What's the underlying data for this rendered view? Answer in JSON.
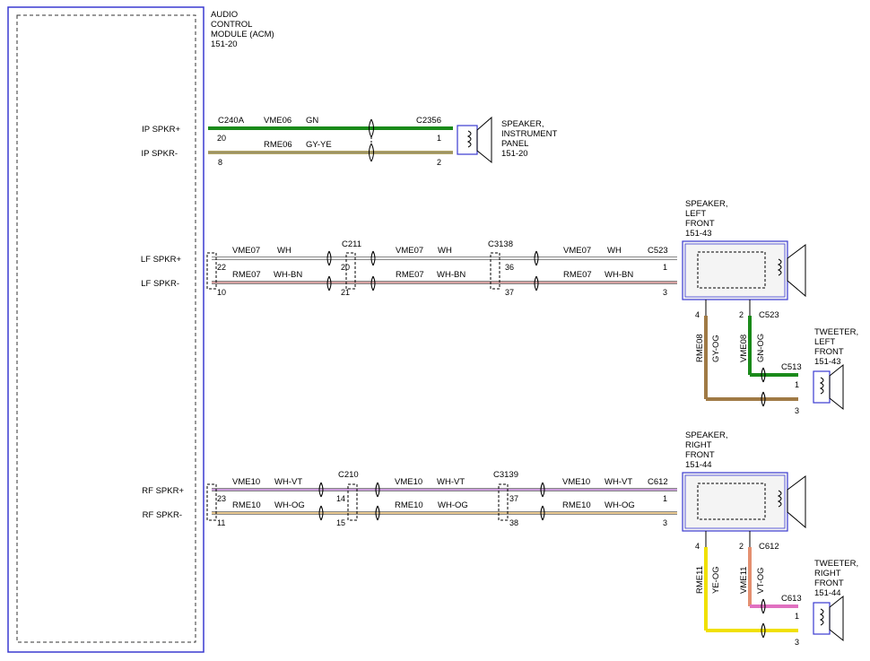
{
  "module": {
    "title_lines": [
      "AUDIO",
      "CONTROL",
      "MODULE (ACM)",
      "151-20"
    ],
    "pins": {
      "ip_pos": "IP SPKR+",
      "ip_neg": "IP SPKR-",
      "lf_pos": "LF SPKR+",
      "lf_neg": "LF SPKR-",
      "rf_pos": "RF SPKR+",
      "rf_neg": "RF SPKR-"
    }
  },
  "colors": {
    "module_border": "#3a3ad0",
    "gn": "#1a8a1a",
    "gy_ye": "#b5a86a",
    "gy_og": "#a07a45",
    "ye": "#f0e000",
    "vt_og": "#e49070",
    "wh_bn": "#d4a0a0",
    "wh_vt": "#c89ad8",
    "wh_og": "#e8c890"
  },
  "ip_circuit": {
    "connector_left": "C240A",
    "connector_right": "C2356",
    "pin_pos_left": "20",
    "pin_neg_left": "8",
    "pin_pos_right": "1",
    "pin_neg_right": "2",
    "circuit_pos": "VME06",
    "color_pos": "GN",
    "circuit_neg": "RME06",
    "color_neg": "GY-YE",
    "speaker_lines": [
      "SPEAKER,",
      "INSTRUMENT",
      "PANEL",
      "151-20"
    ]
  },
  "lf_circuit": {
    "seg1": {
      "circuit_pos": "VME07",
      "color_pos": "WH",
      "circuit_neg": "RME07",
      "color_neg": "WH-BN"
    },
    "seg2": {
      "circuit_pos": "VME07",
      "color_pos": "WH",
      "circuit_neg": "RME07",
      "color_neg": "WH-BN"
    },
    "seg3": {
      "circuit_pos": "VME07",
      "color_pos": "WH",
      "circuit_neg": "RME07",
      "color_neg": "WH-BN"
    },
    "acm_pin_pos": "22",
    "acm_pin_neg": "10",
    "c1": "C211",
    "c1_pin_pos": "20",
    "c1_pin_neg": "21",
    "c2": "C3138",
    "c2_pin_pos": "36",
    "c2_pin_neg": "37",
    "c3": "C523",
    "c3_pin_pos": "1",
    "c3_pin_neg": "3",
    "speaker_lines": [
      "SPEAKER,",
      "LEFT",
      "FRONT",
      "151-43"
    ],
    "bottom_connector": "C523",
    "bottom_pin_a": "4",
    "bottom_pin_b": "2",
    "wire_a_circuit": "RME08",
    "wire_a_color": "GY-OG",
    "wire_b_circuit": "VME08",
    "wire_b_color": "GN-OG",
    "tweeter_connector": "C513",
    "tweeter_pin_pos": "1",
    "tweeter_pin_neg": "3",
    "tweeter_lines": [
      "TWEETER,",
      "LEFT",
      "FRONT",
      "151-43"
    ]
  },
  "rf_circuit": {
    "seg1": {
      "circuit_pos": "VME10",
      "color_pos": "WH-VT",
      "circuit_neg": "RME10",
      "color_neg": "WH-OG"
    },
    "seg2": {
      "circuit_pos": "VME10",
      "color_pos": "WH-VT",
      "circuit_neg": "RME10",
      "color_neg": "WH-OG"
    },
    "seg3": {
      "circuit_pos": "VME10",
      "color_pos": "WH-VT",
      "circuit_neg": "RME10",
      "color_neg": "WH-OG"
    },
    "acm_pin_pos": "23",
    "acm_pin_neg": "11",
    "c1": "C210",
    "c1_pin_pos": "14",
    "c1_pin_neg": "15",
    "c2": "C3139",
    "c2_pin_pos": "37",
    "c2_pin_neg": "38",
    "c3": "C612",
    "c3_pin_pos": "1",
    "c3_pin_neg": "3",
    "speaker_lines": [
      "SPEAKER,",
      "RIGHT",
      "FRONT",
      "151-44"
    ],
    "bottom_connector": "C612",
    "bottom_pin_a": "4",
    "bottom_pin_b": "2",
    "wire_a_circuit": "RME11",
    "wire_a_color": "YE-OG",
    "wire_b_circuit": "VME11",
    "wire_b_color": "VT-OG",
    "tweeter_connector": "C613",
    "tweeter_pin_pos": "1",
    "tweeter_pin_neg": "3",
    "tweeter_lines": [
      "TWEETER,",
      "RIGHT",
      "FRONT",
      "151-44"
    ]
  }
}
